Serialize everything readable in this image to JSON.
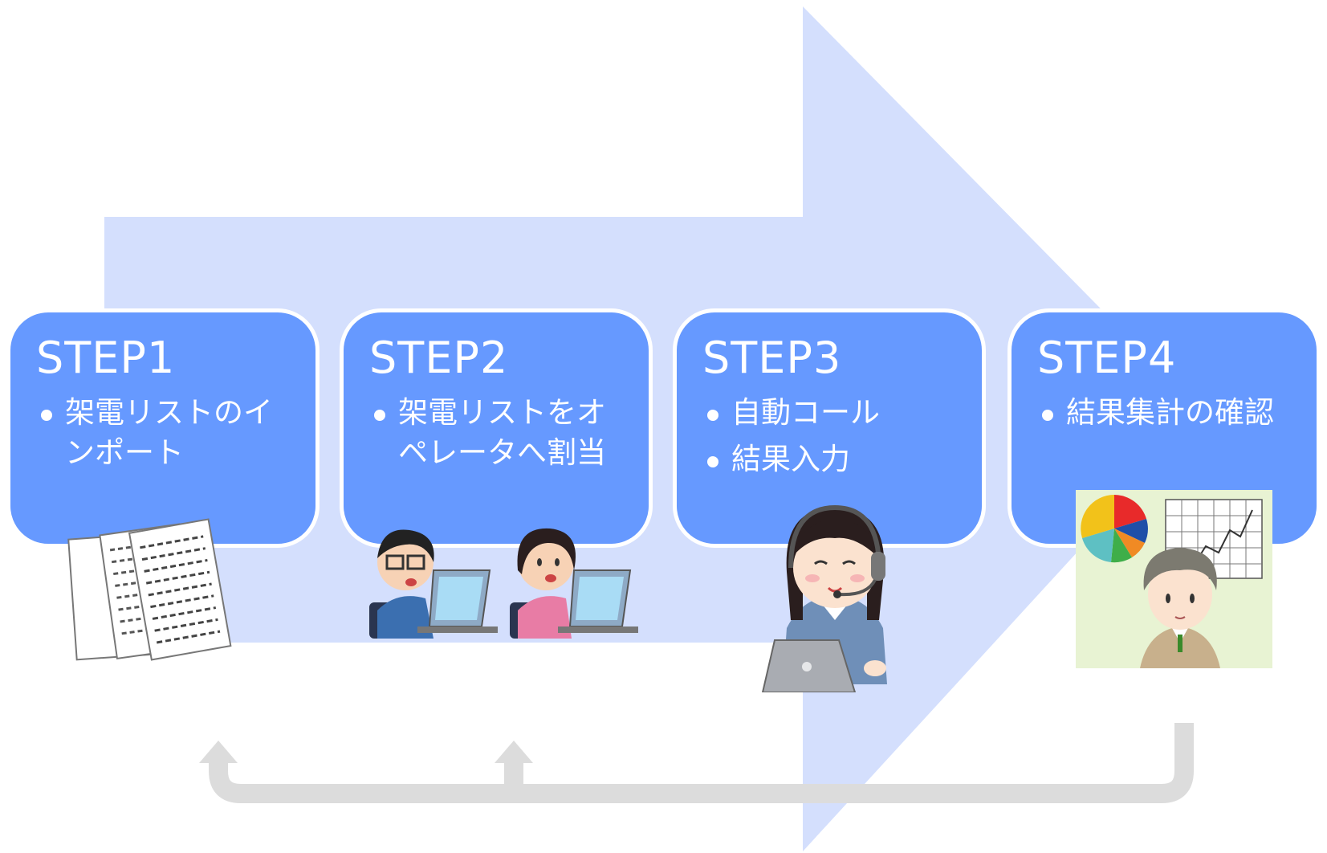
{
  "colors": {
    "arrow_fill": "#d4dffd",
    "card_fill": "#6699ff",
    "card_border": "#ffffff",
    "card_text": "#ffffff",
    "feedback_arrow": "#dcdcdc"
  },
  "steps": [
    {
      "title": "STEP1",
      "bullets": [
        "架電リストのインポート"
      ],
      "illustration": "document-stack-icon"
    },
    {
      "title": "STEP2",
      "bullets": [
        "架電リストをオペレータへ割当"
      ],
      "illustration": "operators-at-laptops-icon"
    },
    {
      "title": "STEP3",
      "bullets": [
        "自動コール",
        "結果入力"
      ],
      "illustration": "headset-operator-icon"
    },
    {
      "title": "STEP4",
      "bullets": [
        "結果集計の確認"
      ],
      "illustration": "report-analyst-icon"
    }
  ]
}
